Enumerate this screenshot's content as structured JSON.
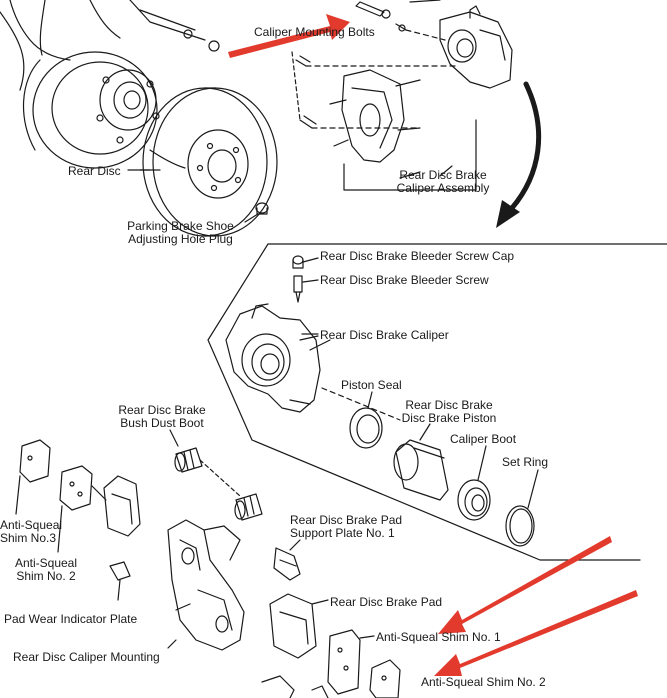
{
  "labels": {
    "caliper_bolts": "Caliper Mounting Bolts",
    "rear_disc": "Rear Disc",
    "parking_plug_1": "Parking Brake Shoe",
    "parking_plug_2": "Adjusting Hole Plug",
    "caliper_assembly_1": "Rear Disc Brake",
    "caliper_assembly_2": "Caliper Assembly",
    "bleeder_cap": "Rear Disc Brake Bleeder Screw Cap",
    "bleeder_screw": "Rear Disc Brake Bleeder Screw",
    "caliper": "Rear Disc Brake Caliper",
    "piston_seal": "Piston Seal",
    "piston_1": "Rear Disc Brake",
    "piston_2": "Disc Brake Piston",
    "caliper_boot": "Caliper Boot",
    "set_ring": "Set Ring",
    "bush_boot_1": "Rear Disc Brake",
    "bush_boot_2": "Bush Dust Boot",
    "shim3_1": "Anti-Squeal",
    "shim3_2": "Shim No.3",
    "shim2_left_1": "Anti-Squeal",
    "shim2_left_2": "Shim No. 2",
    "wear_plate": "Pad Wear Indicator Plate",
    "caliper_mounting": "Rear Disc Caliper Mounting",
    "support_plate_1": "Rear Disc Brake Pad",
    "support_plate_2": "Support Plate No. 1",
    "brake_pad": "Rear Disc Brake Pad",
    "shim1": "Anti-Squeal Shim No. 1",
    "shim2_right": "Anti-Squeal Shim No. 2"
  },
  "colors": {
    "arrow": "#e23b2e",
    "line": "#1a1a1a"
  },
  "icons": [
    "red-arrow-icon",
    "curved-arrow-icon"
  ]
}
